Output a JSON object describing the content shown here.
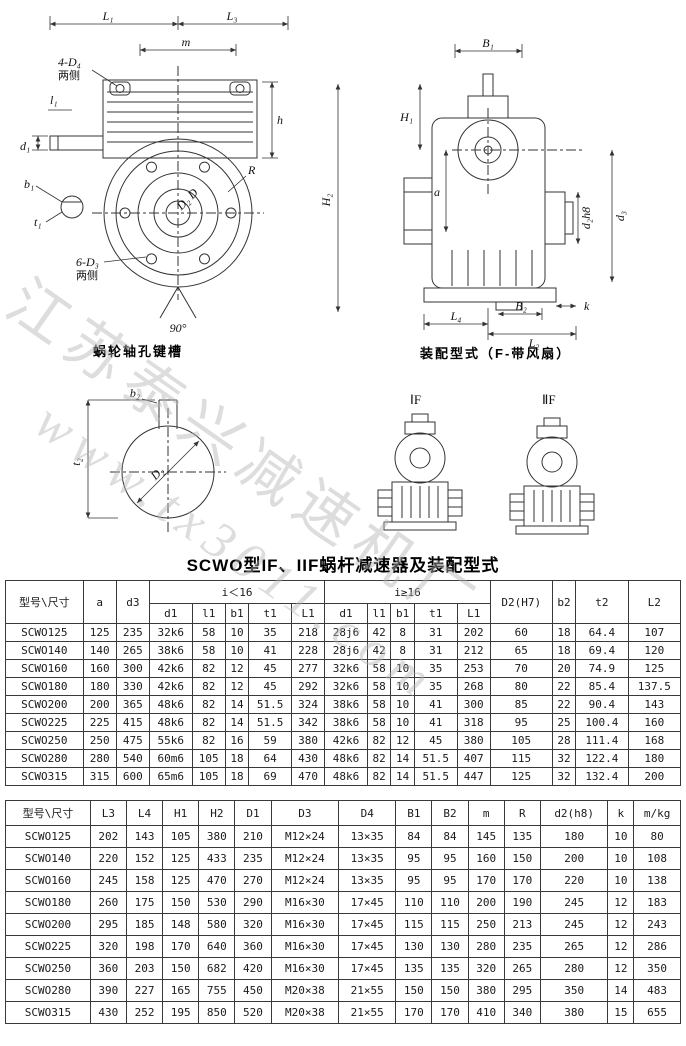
{
  "page": {
    "title": "SCWO型IF、IIF蜗杆减速器及装配型式"
  },
  "watermark": {
    "line1": "江苏泰兴减速机厂",
    "line2": "www.tx3011.com"
  },
  "colors": {
    "line": "#333333",
    "watermark": "#b5b5b5",
    "text": "#111111"
  },
  "drawings": {
    "front": {
      "caption": "蜗轮轴孔键槽",
      "dims": {
        "L1": "L₁",
        "L3": "L₃",
        "m": "m",
        "holes_top": "4-D₄",
        "holes_top_note": "两侧",
        "l1": "l₁",
        "d1": "d₁",
        "b1": "b₁",
        "t1": "t₁",
        "holes_bottom": "6-D₃",
        "holes_bottom_note": "两侧",
        "D2D": "D₂ D",
        "h": "h",
        "R": "R",
        "angle": "90°"
      }
    },
    "side": {
      "caption": "装配型式（F-带风扇）",
      "dims": {
        "B1": "B₁",
        "H1": "H₁",
        "H2": "H₂",
        "a": "a",
        "d2h8": "d₂h8",
        "d3": "d₃",
        "L4": "L₄",
        "B2": "B₂",
        "L2": "L₂",
        "k": "k"
      }
    },
    "keyway": {
      "dims": {
        "D2": "D₂",
        "b2": "b₂",
        "t2": "t₂"
      }
    },
    "assembly": {
      "type1": "ⅠF",
      "type2": "ⅡF"
    }
  },
  "table1": {
    "header_rows": [
      [
        {
          "label": "型号\\尺寸",
          "rowspan": 2
        },
        {
          "label": "a",
          "rowspan": 2
        },
        {
          "label": "d3",
          "rowspan": 2
        },
        {
          "label": "i＜16",
          "colspan": 5
        },
        {
          "label": "i≥16",
          "colspan": 5
        },
        {
          "label": "D2(H7)",
          "rowspan": 2
        },
        {
          "label": "b2",
          "rowspan": 2
        },
        {
          "label": "t2",
          "rowspan": 2
        },
        {
          "label": "L2",
          "rowspan": 2
        }
      ],
      [
        {
          "label": "d1"
        },
        {
          "label": "l1"
        },
        {
          "label": "b1"
        },
        {
          "label": "t1"
        },
        {
          "label": "L1"
        },
        {
          "label": "d1"
        },
        {
          "label": "l1"
        },
        {
          "label": "b1"
        },
        {
          "label": "t1"
        },
        {
          "label": "L1"
        }
      ]
    ],
    "rows": [
      [
        "SCWO125",
        "125",
        "235",
        "32k6",
        "58",
        "10",
        "35",
        "218",
        "28j6",
        "42",
        "8",
        "31",
        "202",
        "60",
        "18",
        "64.4",
        "107"
      ],
      [
        "SCWO140",
        "140",
        "265",
        "38k6",
        "58",
        "10",
        "41",
        "228",
        "28j6",
        "42",
        "8",
        "31",
        "212",
        "65",
        "18",
        "69.4",
        "120"
      ],
      [
        "SCWO160",
        "160",
        "300",
        "42k6",
        "82",
        "12",
        "45",
        "277",
        "32k6",
        "58",
        "10",
        "35",
        "253",
        "70",
        "20",
        "74.9",
        "125"
      ],
      [
        "SCWO180",
        "180",
        "330",
        "42k6",
        "82",
        "12",
        "45",
        "292",
        "32k6",
        "58",
        "10",
        "35",
        "268",
        "80",
        "22",
        "85.4",
        "137.5"
      ],
      [
        "SCWO200",
        "200",
        "365",
        "48k6",
        "82",
        "14",
        "51.5",
        "324",
        "38k6",
        "58",
        "10",
        "41",
        "300",
        "85",
        "22",
        "90.4",
        "143"
      ],
      [
        "SCWO225",
        "225",
        "415",
        "48k6",
        "82",
        "14",
        "51.5",
        "342",
        "38k6",
        "58",
        "10",
        "41",
        "318",
        "95",
        "25",
        "100.4",
        "160"
      ],
      [
        "SCWO250",
        "250",
        "475",
        "55k6",
        "82",
        "16",
        "59",
        "380",
        "42k6",
        "82",
        "12",
        "45",
        "380",
        "105",
        "28",
        "111.4",
        "168"
      ],
      [
        "SCWO280",
        "280",
        "540",
        "60m6",
        "105",
        "18",
        "64",
        "430",
        "48k6",
        "82",
        "14",
        "51.5",
        "407",
        "115",
        "32",
        "122.4",
        "180"
      ],
      [
        "SCWO315",
        "315",
        "600",
        "65m6",
        "105",
        "18",
        "69",
        "470",
        "48k6",
        "82",
        "14",
        "51.5",
        "447",
        "125",
        "32",
        "132.4",
        "200"
      ]
    ]
  },
  "table2": {
    "header_rows": [
      [
        {
          "label": "型号\\尺寸"
        },
        {
          "label": "L3"
        },
        {
          "label": "L4"
        },
        {
          "label": "H1"
        },
        {
          "label": "H2"
        },
        {
          "label": "D1"
        },
        {
          "label": "D3"
        },
        {
          "label": "D4"
        },
        {
          "label": "B1"
        },
        {
          "label": "B2"
        },
        {
          "label": "m"
        },
        {
          "label": "R"
        },
        {
          "label": "d2(h8)"
        },
        {
          "label": "k"
        },
        {
          "label": "m/kg"
        }
      ]
    ],
    "rows": [
      [
        "SCWO125",
        "202",
        "143",
        "105",
        "380",
        "210",
        "M12×24",
        "13×35",
        "84",
        "84",
        "145",
        "135",
        "180",
        "10",
        "80"
      ],
      [
        "SCWO140",
        "220",
        "152",
        "125",
        "433",
        "235",
        "M12×24",
        "13×35",
        "95",
        "95",
        "160",
        "150",
        "200",
        "10",
        "108"
      ],
      [
        "SCWO160",
        "245",
        "158",
        "125",
        "470",
        "270",
        "M12×24",
        "13×35",
        "95",
        "95",
        "170",
        "170",
        "220",
        "10",
        "138"
      ],
      [
        "SCWO180",
        "260",
        "175",
        "150",
        "530",
        "290",
        "M16×30",
        "17×45",
        "110",
        "110",
        "200",
        "190",
        "245",
        "12",
        "183"
      ],
      [
        "SCWO200",
        "295",
        "185",
        "148",
        "580",
        "320",
        "M16×30",
        "17×45",
        "115",
        "115",
        "250",
        "213",
        "245",
        "12",
        "243"
      ],
      [
        "SCWO225",
        "320",
        "198",
        "170",
        "640",
        "360",
        "M16×30",
        "17×45",
        "130",
        "130",
        "280",
        "235",
        "265",
        "12",
        "286"
      ],
      [
        "SCWO250",
        "360",
        "203",
        "150",
        "682",
        "420",
        "M16×30",
        "17×45",
        "135",
        "135",
        "320",
        "265",
        "280",
        "12",
        "350"
      ],
      [
        "SCWO280",
        "390",
        "227",
        "165",
        "755",
        "450",
        "M20×38",
        "21×55",
        "150",
        "150",
        "380",
        "295",
        "350",
        "14",
        "483"
      ],
      [
        "SCWO315",
        "430",
        "252",
        "195",
        "850",
        "520",
        "M20×38",
        "21×55",
        "170",
        "170",
        "410",
        "340",
        "380",
        "15",
        "655"
      ]
    ]
  }
}
